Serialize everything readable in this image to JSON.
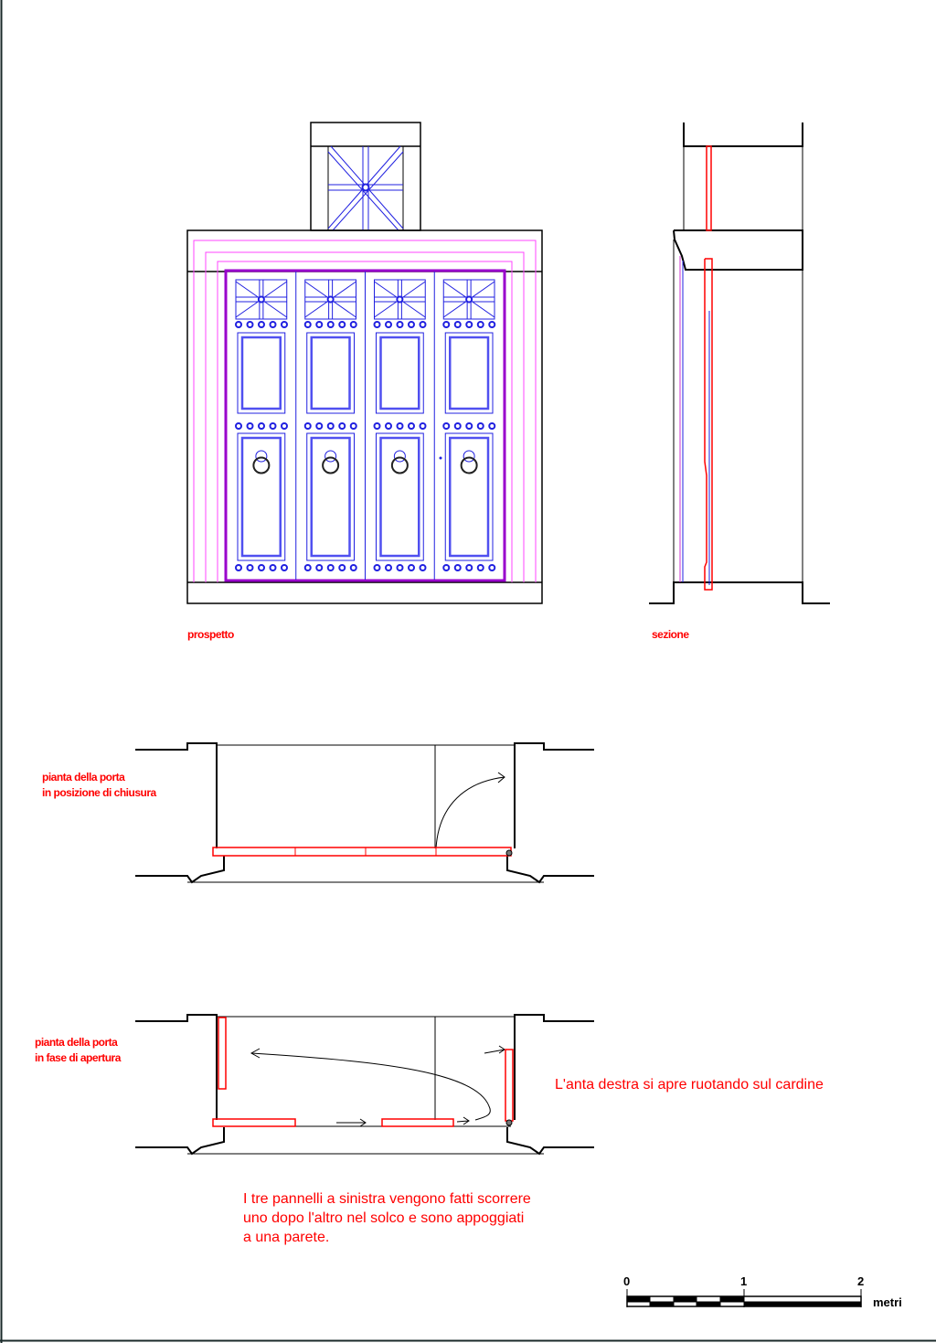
{
  "labels": {
    "elevation": "prospetto",
    "section": "sezione",
    "plan_closed": "pianta della porta\nin posizione di chiusura",
    "plan_opening": "pianta della porta\nin fase di apertura",
    "right_leaf_note": "L'anta destra si apre ruotando sul cardine",
    "panels_note": "I tre pannelli a sinistra vengono fatti scorrere\nuno dopo l'altro nel solco e sono appoggiati\na una parete."
  },
  "scale_bar": {
    "ticks": [
      "0",
      "1",
      "2"
    ],
    "unit": "metri"
  },
  "door": {
    "leaves": 4
  },
  "colors": {
    "outline": "#000000",
    "door": "#2020e0",
    "frame": "#ff00ff",
    "plan": "#ff0000",
    "text": "#ff0000"
  }
}
